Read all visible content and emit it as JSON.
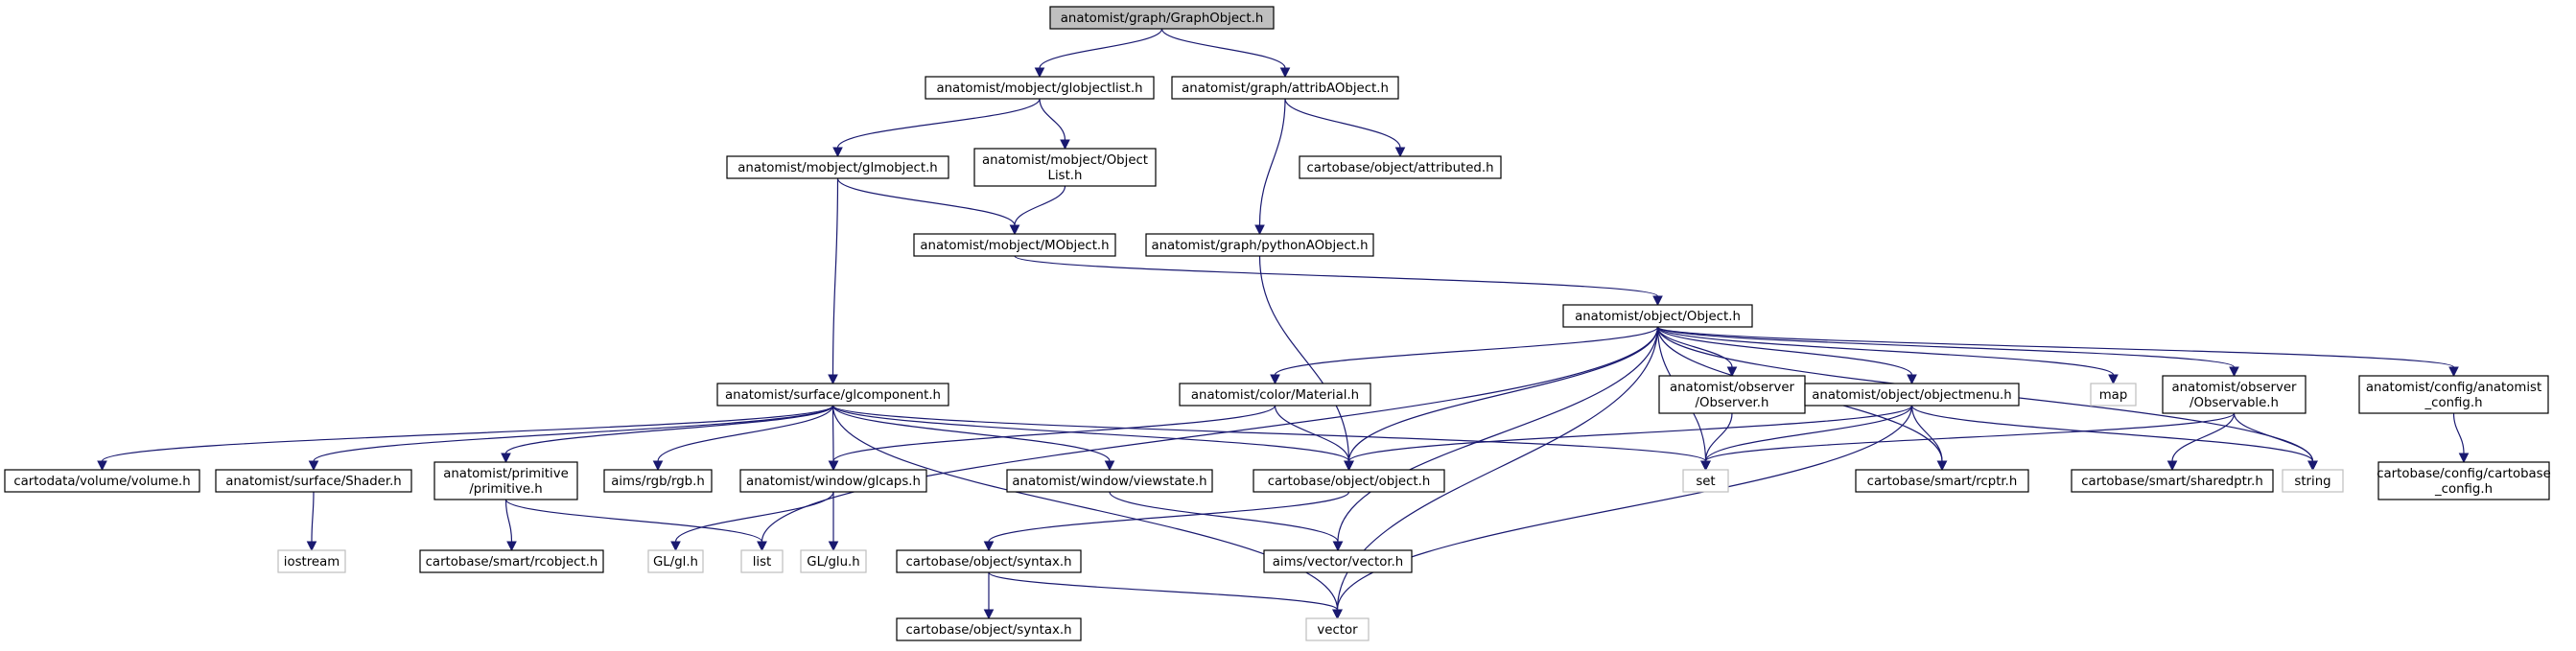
{
  "title": "anatomist/graph/GraphObject.h",
  "colors": {
    "edge": "#191970",
    "root_fill": "#bfbfbf",
    "node_border": "#000000",
    "ext_border": "#bfbfbf",
    "text": "#000000",
    "background": "#ffffff"
  },
  "nodes": [
    {
      "id": "root",
      "lines": [
        "anatomist/graph/GraphObject.h"
      ],
      "kind": "root"
    },
    {
      "id": "globjectlist",
      "lines": [
        "anatomist/mobject/globjectlist.h"
      ],
      "kind": "normal"
    },
    {
      "id": "attribAObject",
      "lines": [
        "anatomist/graph/attribAObject.h"
      ],
      "kind": "normal"
    },
    {
      "id": "glmobject",
      "lines": [
        "anatomist/mobject/glmobject.h"
      ],
      "kind": "normal"
    },
    {
      "id": "objectlist",
      "lines": [
        "anatomist/mobject/Object",
        "List.h"
      ],
      "kind": "normal"
    },
    {
      "id": "attributed",
      "lines": [
        "cartobase/object/attributed.h"
      ],
      "kind": "normal"
    },
    {
      "id": "mobject",
      "lines": [
        "anatomist/mobject/MObject.h"
      ],
      "kind": "normal"
    },
    {
      "id": "pythonAObject",
      "lines": [
        "anatomist/graph/pythonAObject.h"
      ],
      "kind": "normal"
    },
    {
      "id": "object",
      "lines": [
        "anatomist/object/Object.h"
      ],
      "kind": "normal"
    },
    {
      "id": "glcomponent",
      "lines": [
        "anatomist/surface/glcomponent.h"
      ],
      "kind": "normal"
    },
    {
      "id": "material",
      "lines": [
        "anatomist/color/Material.h"
      ],
      "kind": "normal"
    },
    {
      "id": "observer",
      "lines": [
        "anatomist/observer",
        "/Observer.h"
      ],
      "kind": "normal"
    },
    {
      "id": "objectmenu",
      "lines": [
        "anatomist/object/objectmenu.h"
      ],
      "kind": "normal"
    },
    {
      "id": "map",
      "lines": [
        "map"
      ],
      "kind": "external"
    },
    {
      "id": "observable",
      "lines": [
        "anatomist/observer",
        "/Observable.h"
      ],
      "kind": "normal"
    },
    {
      "id": "anatomist_config",
      "lines": [
        "anatomist/config/anatomist",
        "_config.h"
      ],
      "kind": "normal"
    },
    {
      "id": "volume",
      "lines": [
        "cartodata/volume/volume.h"
      ],
      "kind": "normal"
    },
    {
      "id": "shader",
      "lines": [
        "anatomist/surface/Shader.h"
      ],
      "kind": "normal"
    },
    {
      "id": "primitive",
      "lines": [
        "anatomist/primitive",
        "/primitive.h"
      ],
      "kind": "normal"
    },
    {
      "id": "rgb",
      "lines": [
        "aims/rgb/rgb.h"
      ],
      "kind": "normal"
    },
    {
      "id": "glcaps",
      "lines": [
        "anatomist/window/glcaps.h"
      ],
      "kind": "normal"
    },
    {
      "id": "viewstate",
      "lines": [
        "anatomist/window/viewstate.h"
      ],
      "kind": "normal"
    },
    {
      "id": "cobject",
      "lines": [
        "cartobase/object/object.h"
      ],
      "kind": "normal"
    },
    {
      "id": "set",
      "lines": [
        "set"
      ],
      "kind": "external"
    },
    {
      "id": "rcptr",
      "lines": [
        "cartobase/smart/rcptr.h"
      ],
      "kind": "normal"
    },
    {
      "id": "sharedptr",
      "lines": [
        "cartobase/smart/sharedptr.h"
      ],
      "kind": "normal"
    },
    {
      "id": "string",
      "lines": [
        "string"
      ],
      "kind": "external"
    },
    {
      "id": "cartobase_config",
      "lines": [
        "cartobase/config/cartobase",
        "_config.h"
      ],
      "kind": "normal"
    },
    {
      "id": "iostream",
      "lines": [
        "iostream"
      ],
      "kind": "external"
    },
    {
      "id": "rcobject",
      "lines": [
        "cartobase/smart/rcobject.h"
      ],
      "kind": "normal"
    },
    {
      "id": "gl",
      "lines": [
        "GL/gl.h"
      ],
      "kind": "external"
    },
    {
      "id": "list",
      "lines": [
        "list"
      ],
      "kind": "external"
    },
    {
      "id": "glu",
      "lines": [
        "GL/glu.h"
      ],
      "kind": "external"
    },
    {
      "id": "syntax1",
      "lines": [
        "cartobase/object/syntax.h"
      ],
      "kind": "normal"
    },
    {
      "id": "vectorh",
      "lines": [
        "aims/vector/vector.h"
      ],
      "kind": "normal"
    },
    {
      "id": "syntax2",
      "lines": [
        "cartobase/object/syntax.h"
      ],
      "kind": "normal"
    },
    {
      "id": "vector",
      "lines": [
        "vector"
      ],
      "kind": "external"
    }
  ],
  "edges": [
    [
      "root",
      "globjectlist"
    ],
    [
      "root",
      "attribAObject"
    ],
    [
      "globjectlist",
      "glmobject"
    ],
    [
      "globjectlist",
      "objectlist"
    ],
    [
      "attribAObject",
      "attributed"
    ],
    [
      "attribAObject",
      "pythonAObject"
    ],
    [
      "glmobject",
      "mobject"
    ],
    [
      "glmobject",
      "glcomponent"
    ],
    [
      "objectlist",
      "mobject"
    ],
    [
      "mobject",
      "object"
    ],
    [
      "pythonAObject",
      "cobject"
    ],
    [
      "object",
      "material"
    ],
    [
      "object",
      "observer"
    ],
    [
      "object",
      "objectmenu"
    ],
    [
      "object",
      "map"
    ],
    [
      "object",
      "observable"
    ],
    [
      "object",
      "anatomist_config"
    ],
    [
      "object",
      "cobject"
    ],
    [
      "object",
      "set"
    ],
    [
      "object",
      "rcptr"
    ],
    [
      "object",
      "string"
    ],
    [
      "object",
      "list"
    ],
    [
      "object",
      "vectorh"
    ],
    [
      "object",
      "vector"
    ],
    [
      "glcomponent",
      "volume"
    ],
    [
      "glcomponent",
      "shader"
    ],
    [
      "glcomponent",
      "primitive"
    ],
    [
      "glcomponent",
      "rgb"
    ],
    [
      "glcomponent",
      "glcaps"
    ],
    [
      "glcomponent",
      "viewstate"
    ],
    [
      "glcomponent",
      "cobject"
    ],
    [
      "glcomponent",
      "set"
    ],
    [
      "glcomponent",
      "vector"
    ],
    [
      "material",
      "cobject"
    ],
    [
      "material",
      "glcaps"
    ],
    [
      "observer",
      "set"
    ],
    [
      "objectmenu",
      "cobject"
    ],
    [
      "objectmenu",
      "set"
    ],
    [
      "objectmenu",
      "rcptr"
    ],
    [
      "objectmenu",
      "string"
    ],
    [
      "objectmenu",
      "vector"
    ],
    [
      "observable",
      "set"
    ],
    [
      "observable",
      "sharedptr"
    ],
    [
      "observable",
      "string"
    ],
    [
      "anatomist_config",
      "cartobase_config"
    ],
    [
      "shader",
      "iostream"
    ],
    [
      "primitive",
      "rcobject"
    ],
    [
      "primitive",
      "list"
    ],
    [
      "glcaps",
      "gl"
    ],
    [
      "glcaps",
      "glu"
    ],
    [
      "viewstate",
      "vectorh"
    ],
    [
      "cobject",
      "syntax1"
    ],
    [
      "syntax1",
      "syntax2"
    ],
    [
      "syntax1",
      "vector"
    ]
  ]
}
